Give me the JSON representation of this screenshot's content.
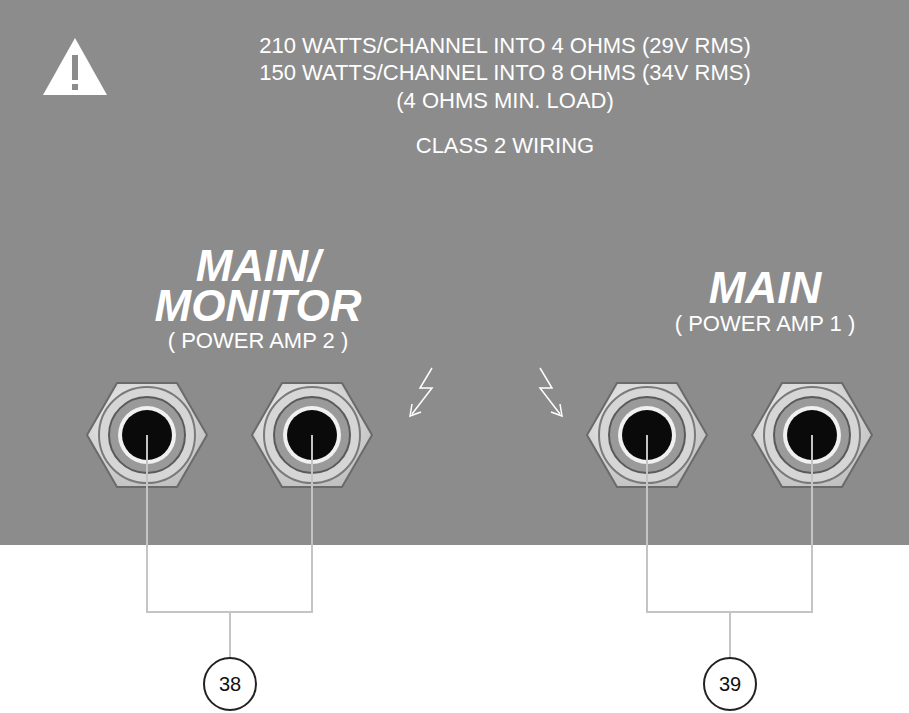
{
  "diagram": {
    "nodes": [
      {
        "text": [
          "38"
        ]
      },
      {
        "text": [
          "39"
        ]
      }
    ],
    "labels": [
      "210 WATTS/CHANNEL INTO 4 OHMS (29V RMS)",
      "150 WATTS/CHANNEL INTO 8 OHMS (34V RMS)",
      "(4 OHMS MIN. LOAD)",
      "CLASS 2 WIRING",
      "MAIN/ MONITOR",
      "( POWER AMP 2 )",
      "MAIN",
      "( POWER AMP 1 )"
    ]
  }
}
